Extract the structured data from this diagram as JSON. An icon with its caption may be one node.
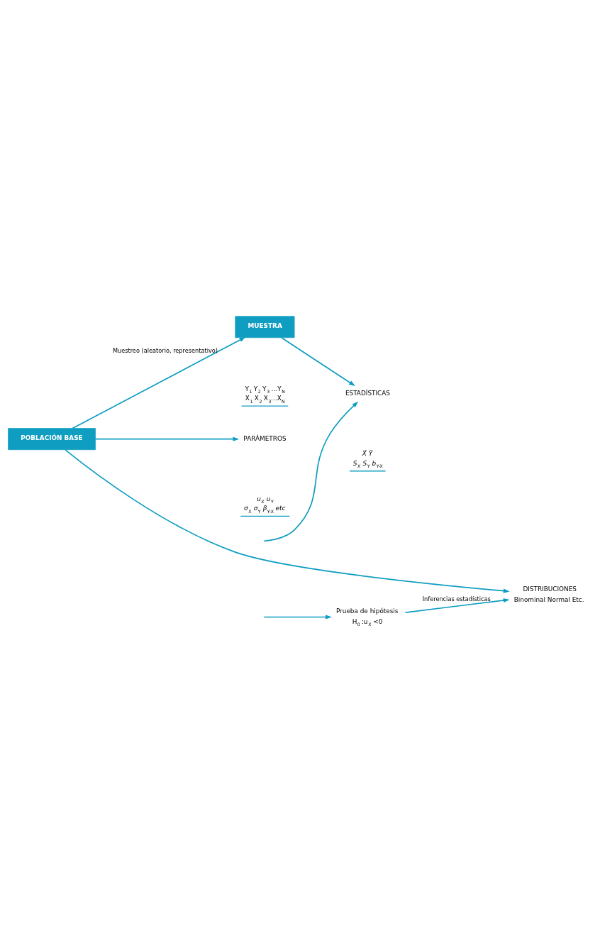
{
  "diagram": {
    "nodes": [
      {
        "text": [
          "POBLACIÓN BASE"
        ]
      },
      {
        "text": [
          "MUESTRA"
        ],
        "beside": [
          "Y$_{1}$ Y$_{2}$ Y$_{3}$ …Y$_{N}$",
          "X$_{1}$ X$_{2}$ X$_{3}$…X$_{N}$"
        ]
      },
      {
        "text": [
          "PARÁMETROS"
        ],
        "beside": [
          "*u*$_{X}$ *u*$_{Y}$",
          "*σ*$_{X}$ *σ*$_{Y}$ *β*$_{Y-X}$ *etc*"
        ]
      },
      {
        "text": [
          "DISTRIBUCIONES",
          "Binominal Normal Etc."
        ]
      },
      {
        "text": [
          "ESTADÍSTICAS"
        ],
        "beside": [
          "*X̄ Ȳ*",
          "*S*$_{X}$ *S*$_{Y}$ *b*$_{Y-X}$"
        ]
      },
      {
        "text": [
          "Prueba de hipótesis",
          "H$_{0}$ :u$_{X}$ <0"
        ]
      }
    ],
    "edges": [
      {
        "from": 0,
        "to": 1,
        "arrow": "to",
        "label": "Muestreo (aleatorio, representativo)"
      },
      {
        "from": 0,
        "to": 2,
        "arrow": "to"
      },
      {
        "from": 0,
        "to": 3,
        "arrow": "to"
      },
      {
        "from": 1,
        "to": 4,
        "arrow": "to"
      },
      {
        "from": null,
        "to": 4,
        "arrow": "to"
      },
      {
        "from": null,
        "to": 5,
        "arrow": "to"
      },
      {
        "from": 5,
        "to": 3,
        "arrow": "to",
        "label": "Inferencias estadísticas"
      }
    ]
  }
}
